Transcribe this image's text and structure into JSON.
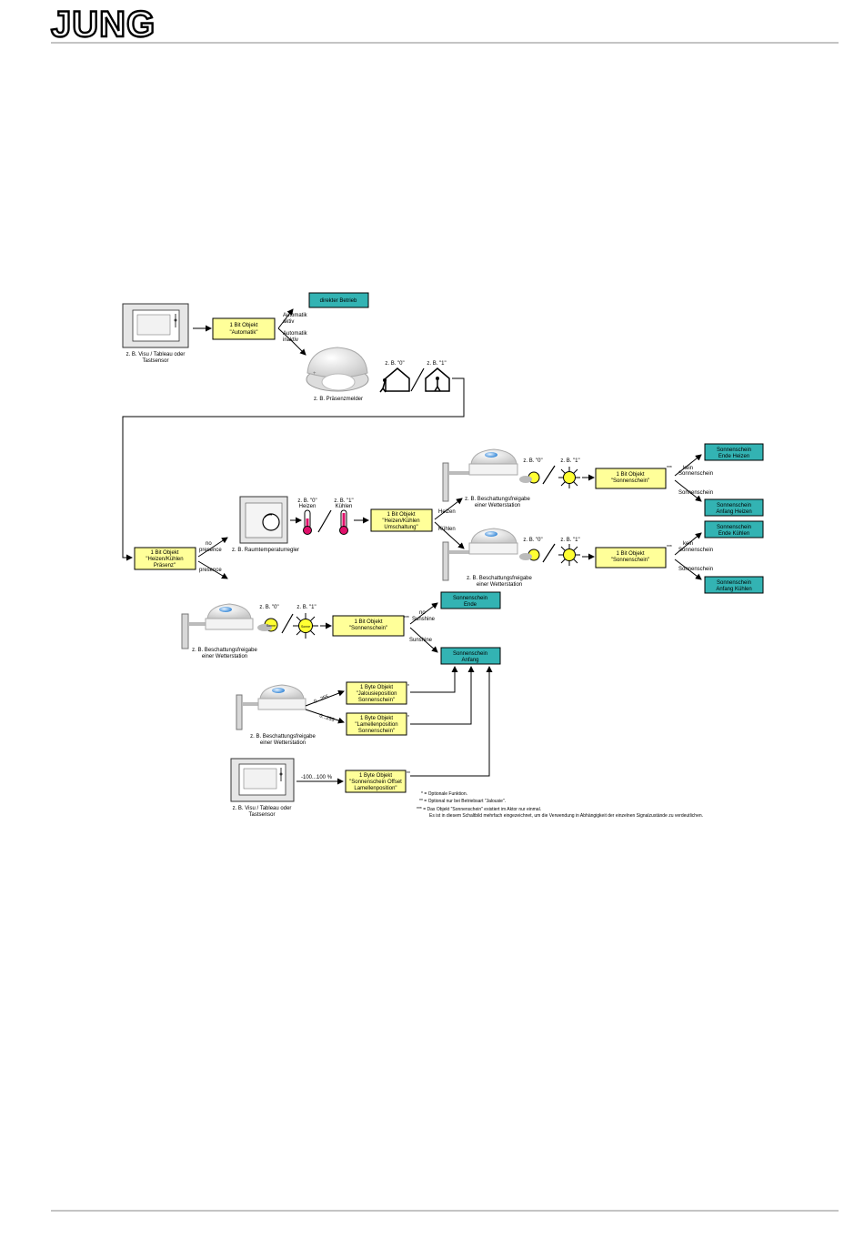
{
  "header": {
    "logo_text": "JUNG"
  },
  "diagram": {
    "source_top": {
      "caption": "z. B. Visu / Tableau oder",
      "caption2": "Tastsensor"
    },
    "obj_automatik": {
      "line1": "1 Bit Objekt",
      "line2": "\"Automatik\""
    },
    "label_auto_aktiv": {
      "line1": "Automatik",
      "line2": "aktiv"
    },
    "label_auto_inaktiv": {
      "line1": "Automatik",
      "line2": "inaktiv"
    },
    "box_direkter": {
      "line1": "direkter Betrieb"
    },
    "presence_detector": {
      "caption": "z. B. Präsenzmelder"
    },
    "label_zb0_top": "z. B. \"0\"",
    "label_zb1_top": "z. B. \"1\"",
    "obj_praesenz": {
      "line1": "1 Bit Objekt",
      "line2": "\"Heizen/Kühlen",
      "line3": "Präsenz\""
    },
    "label_no_presence": {
      "line1": "no",
      "line2": "presence"
    },
    "label_presence": "presence",
    "thermostat": {
      "caption": "z. B. Raumtemperaturregler"
    },
    "label_heizen0": {
      "line1": "z. B. \"0\"",
      "line2": "Heizen"
    },
    "label_kuehlen1": {
      "line1": "z. B. \"1\"",
      "line2": "Kühlen"
    },
    "obj_hk_umschaltung": {
      "line1": "1 Bit Objekt",
      "line2": "\"Heizen/Kühlen",
      "line3": "Umschaltung\""
    },
    "label_heizen": "Heizen",
    "label_kuehlen": "Kühlen",
    "weather_caption": {
      "line1": "z. B. Beschattungsfreigabe",
      "line2": "einer Wetterstation"
    },
    "label_zb0": "z. B. \"0\"",
    "label_zb1": "z. B. \"1\"",
    "obj_sonnenschein": {
      "line1": "1 Bit Objekt",
      "line2": "\"Sonnenschein\""
    },
    "mark_triple": "***",
    "mark_double": "**",
    "mark_single": "*",
    "label_kein_sonnenschein": {
      "line1": "kein",
      "line2": "Sonnenschein"
    },
    "label_sonnenschein": "Sonnenschein",
    "box_ende_heizen": {
      "line1": "Sonnenschein",
      "line2": "Ende Heizen"
    },
    "box_anfang_heizen": {
      "line1": "Sonnenschein",
      "line2": "Anfang Heizen"
    },
    "box_ende_kuehlen": {
      "line1": "Sonnenschein",
      "line2": "Ende Kühlen"
    },
    "box_anfang_kuehlen": {
      "line1": "Sonnenschein",
      "line2": "Anfang Kühlen"
    },
    "label_no_sunshine": {
      "line1": "no",
      "line2": "Sunshine"
    },
    "label_sunshine": "Sunshine",
    "box_ende": {
      "line1": "Sonnenschein",
      "line2": "Ende"
    },
    "box_anfang": {
      "line1": "Sonnenschein",
      "line2": "Anfang"
    },
    "label_0_255_a": "0...255",
    "label_0_255_b": "0...255",
    "obj_jalousie": {
      "line1": "1 Byte Objekt",
      "line2": "\"Jalousieposition",
      "line3": "Sonnenschein\""
    },
    "obj_lamellen": {
      "line1": "1 Byte Objekt",
      "line2": "\"Lamellenposition",
      "line3": "Sonnenschein\""
    },
    "source_bottom": {
      "caption": "z. B. Visu / Tableau oder",
      "caption2": "Tastsensor"
    },
    "label_range": "-100...100 %",
    "obj_offset": {
      "line1": "1 Byte Objekt",
      "line2": "\"Sonnenschein Offset",
      "line3": "Lamellenposition\""
    },
    "sun_label": "Sonne",
    "footnotes": {
      "f1": "* = Optionale Funktion.",
      "f2": "** = Optional nur bei Betriebsart \"Jalousie\".",
      "f3": "*** = Das Objekt \"Sonnenschein\" existiert im Aktor nur einmal.",
      "f4": "Es ist in diesem Schaltbild mehrfach eingezeichnet, um die Verwendung in Abhängigkeit der einzelnen Signalzustände zu verdeutlichen."
    }
  },
  "colors": {
    "object_fill": "#ffff99",
    "state_fill": "#33b3b3",
    "thermo_red": "#e0106a",
    "sun_yellow": "#ffff33",
    "rule_gray": "#888888"
  }
}
